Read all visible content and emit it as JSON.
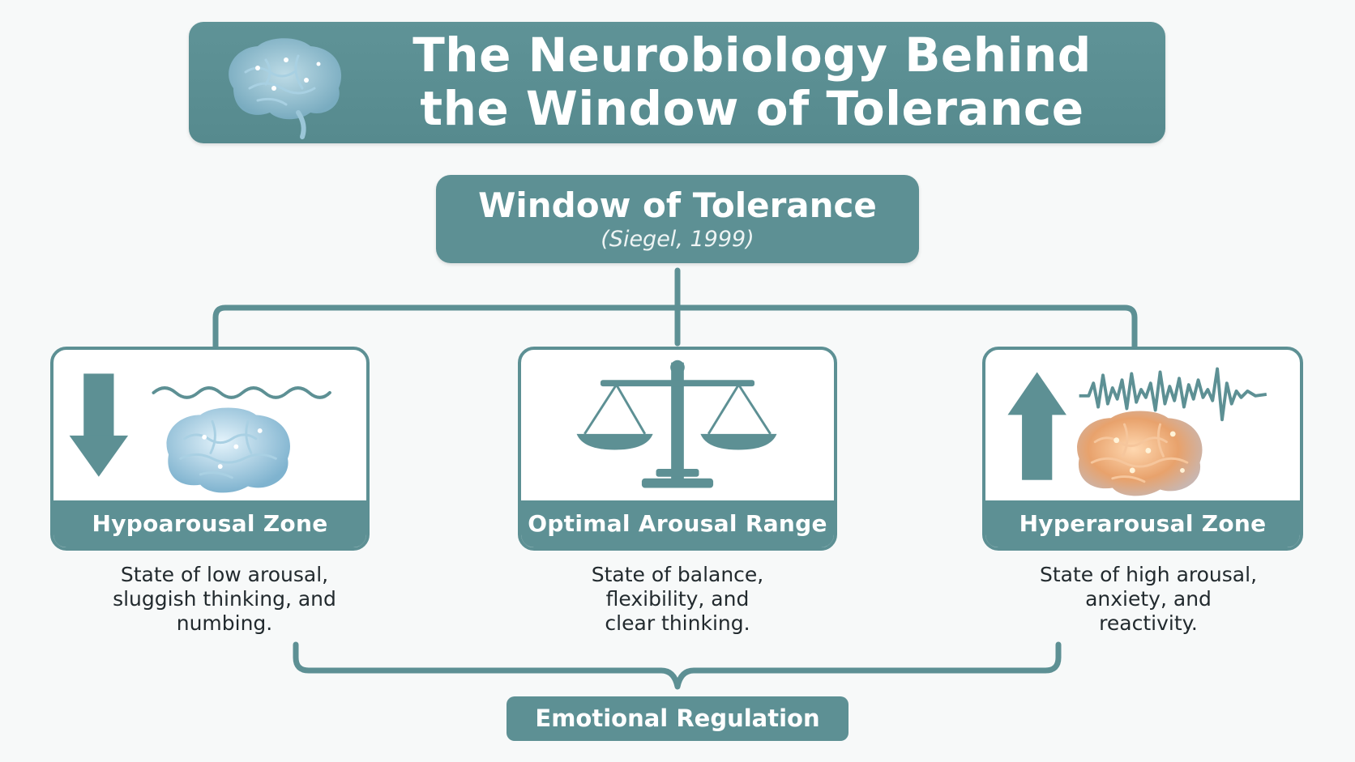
{
  "title": {
    "line1": "The Neurobiology Behind",
    "line2": "the Window of Tolerance",
    "icon": "brain-icon"
  },
  "root": {
    "title": "Window of Tolerance",
    "citation": "(Siegel, 1999)"
  },
  "zones": [
    {
      "label": "Hypoarousal Zone",
      "description_lines": [
        "State of low arousal,",
        "sluggish thinking, and",
        "numbing."
      ],
      "icons": [
        "down-arrow-icon",
        "slow-wave-icon",
        "blue-brain-icon"
      ]
    },
    {
      "label": "Optimal Arousal Range",
      "description_lines": [
        "State of balance,",
        "flexibility, and",
        "clear thinking."
      ],
      "icons": [
        "balance-scale-icon"
      ]
    },
    {
      "label": "Hyperarousal Zone",
      "description_lines": [
        "State of high arousal,",
        "anxiety, and",
        "reactivity."
      ],
      "icons": [
        "up-arrow-icon",
        "spiky-wave-icon",
        "orange-brain-icon"
      ]
    }
  ],
  "footer": {
    "label": "Emotional Regulation"
  },
  "colors": {
    "teal": "#5d9094",
    "background": "#f7f9f9",
    "calm_brain": "#6fa9c9",
    "aroused_brain": "#e39a5c"
  }
}
